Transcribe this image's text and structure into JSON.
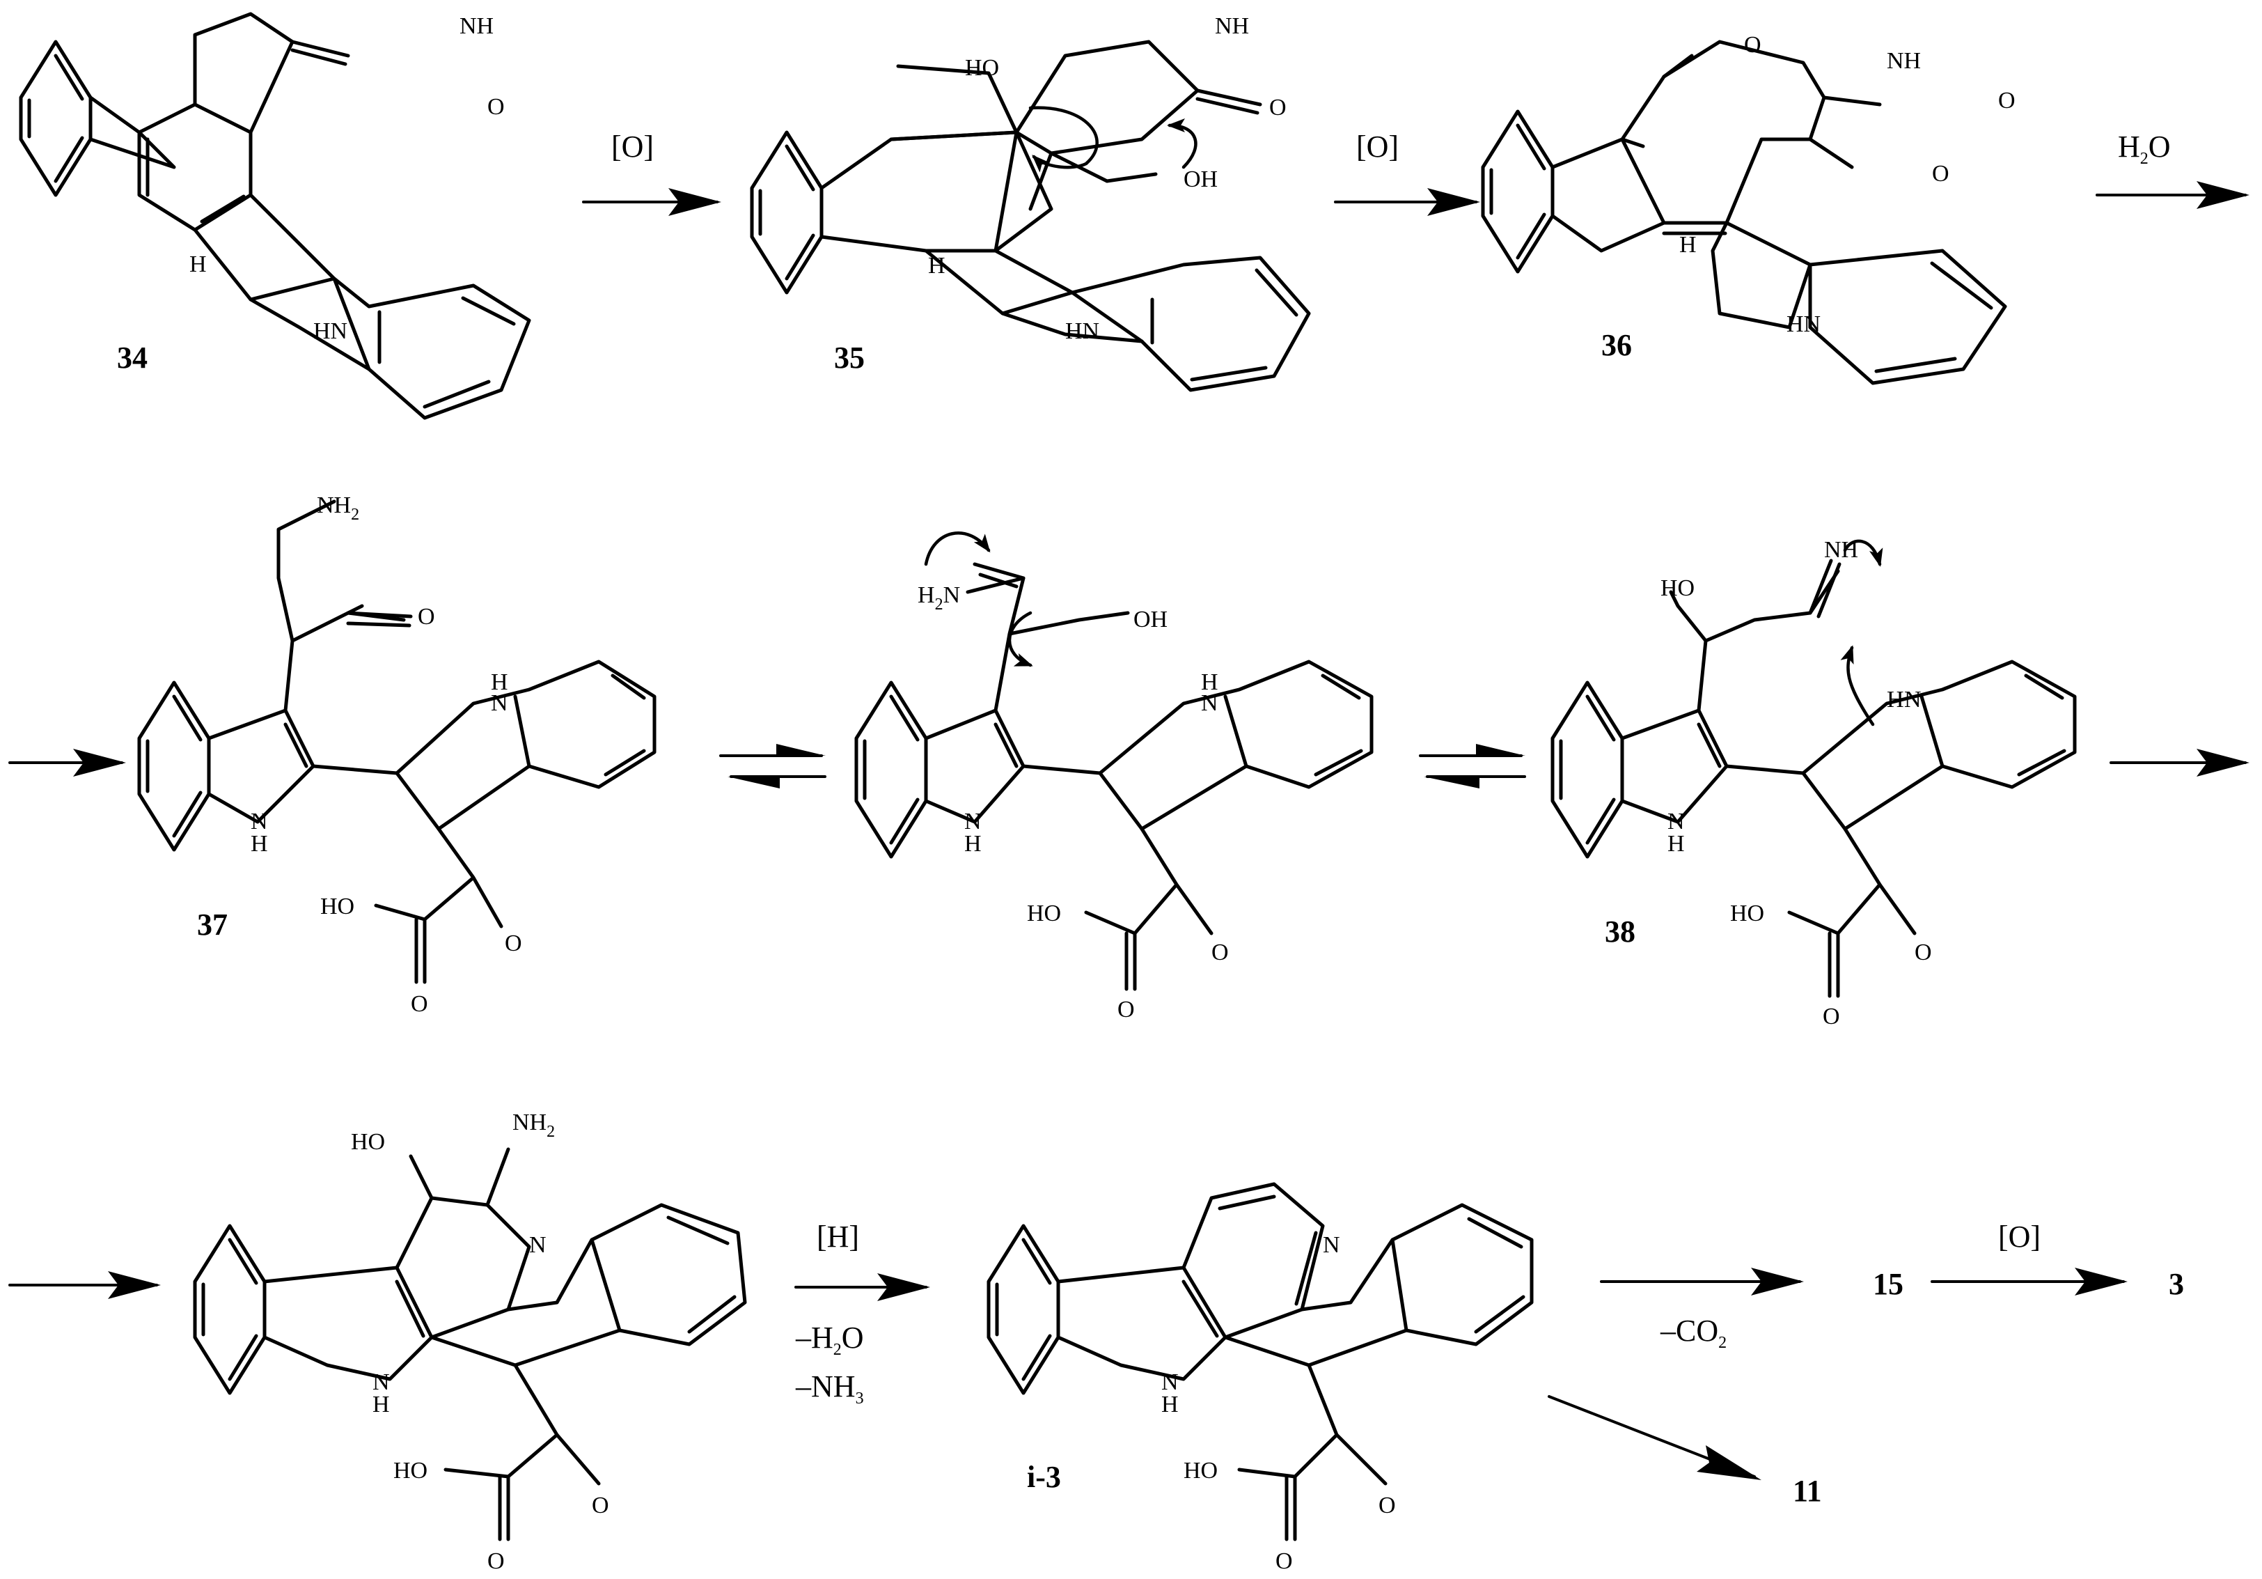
{
  "compounds": {
    "c34": "34",
    "c35": "35",
    "c36": "36",
    "c37": "37",
    "c38": "38",
    "ci3": "i-3",
    "c15": "15",
    "c3": "3",
    "c11": "11"
  },
  "conditions": {
    "ox": "[O]",
    "h2o": "H",
    "h2o_sub": "2",
    "h2o_tail": "O",
    "h": "[H]",
    "minus_h2o": "–H",
    "minus_h2o_tail": "O",
    "minus_nh3": "–NH",
    "minus_nh3_sub": "3",
    "minus_co2": "–CO",
    "co2_sub": "2"
  },
  "atoms": {
    "nh": "NH",
    "hn": "HN",
    "n": "N",
    "h": "H",
    "o": "O",
    "ho": "HO",
    "oh": "OH",
    "nh2": "NH",
    "h2n": "H",
    "h2n_tail": "N",
    "sub2": "2"
  }
}
